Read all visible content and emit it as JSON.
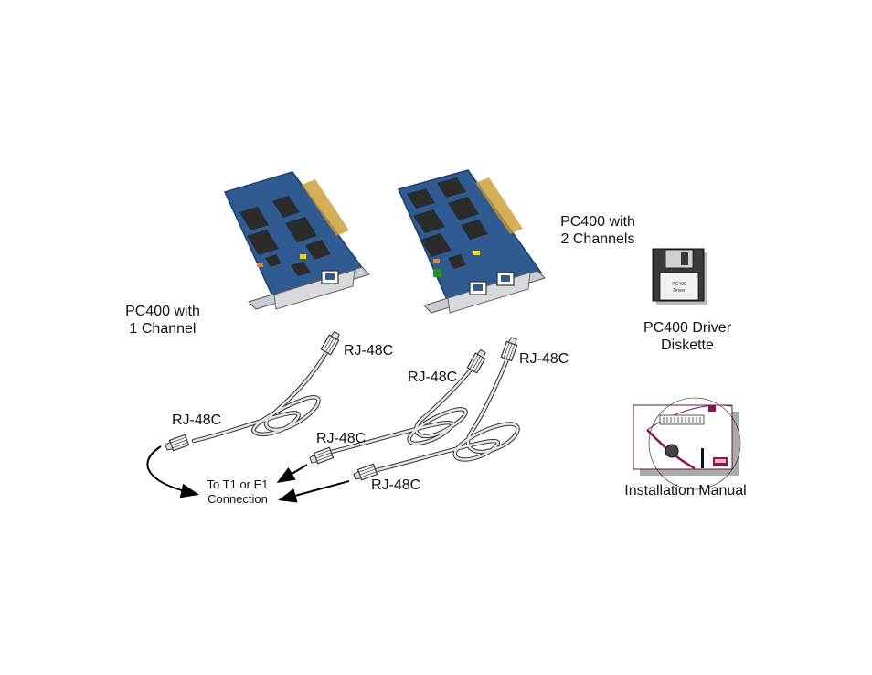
{
  "labels": {
    "pc400_2ch": [
      "PC400 with",
      "2 Channels"
    ],
    "pc400_1ch": [
      "PC400 with",
      "1 Channel"
    ],
    "driver_diskette": [
      "PC400 Driver",
      "Diskette"
    ],
    "diskette_label": [
      "PC400",
      "Driver"
    ],
    "installation_manual": "Installation Manual",
    "rj48c": "RJ-48C",
    "connection": [
      "To T1 or E1",
      "Connection"
    ]
  },
  "colors": {
    "board": "#2f5a92",
    "board_dark": "#1e3f6e",
    "chip": "#2b2b2b",
    "bracket": "#c9ccd3",
    "cable": "#e6e6e6",
    "accent": "#8e1450",
    "green": "#2e8b3a",
    "orange": "#e08a1e",
    "yellow": "#e8d23a"
  }
}
